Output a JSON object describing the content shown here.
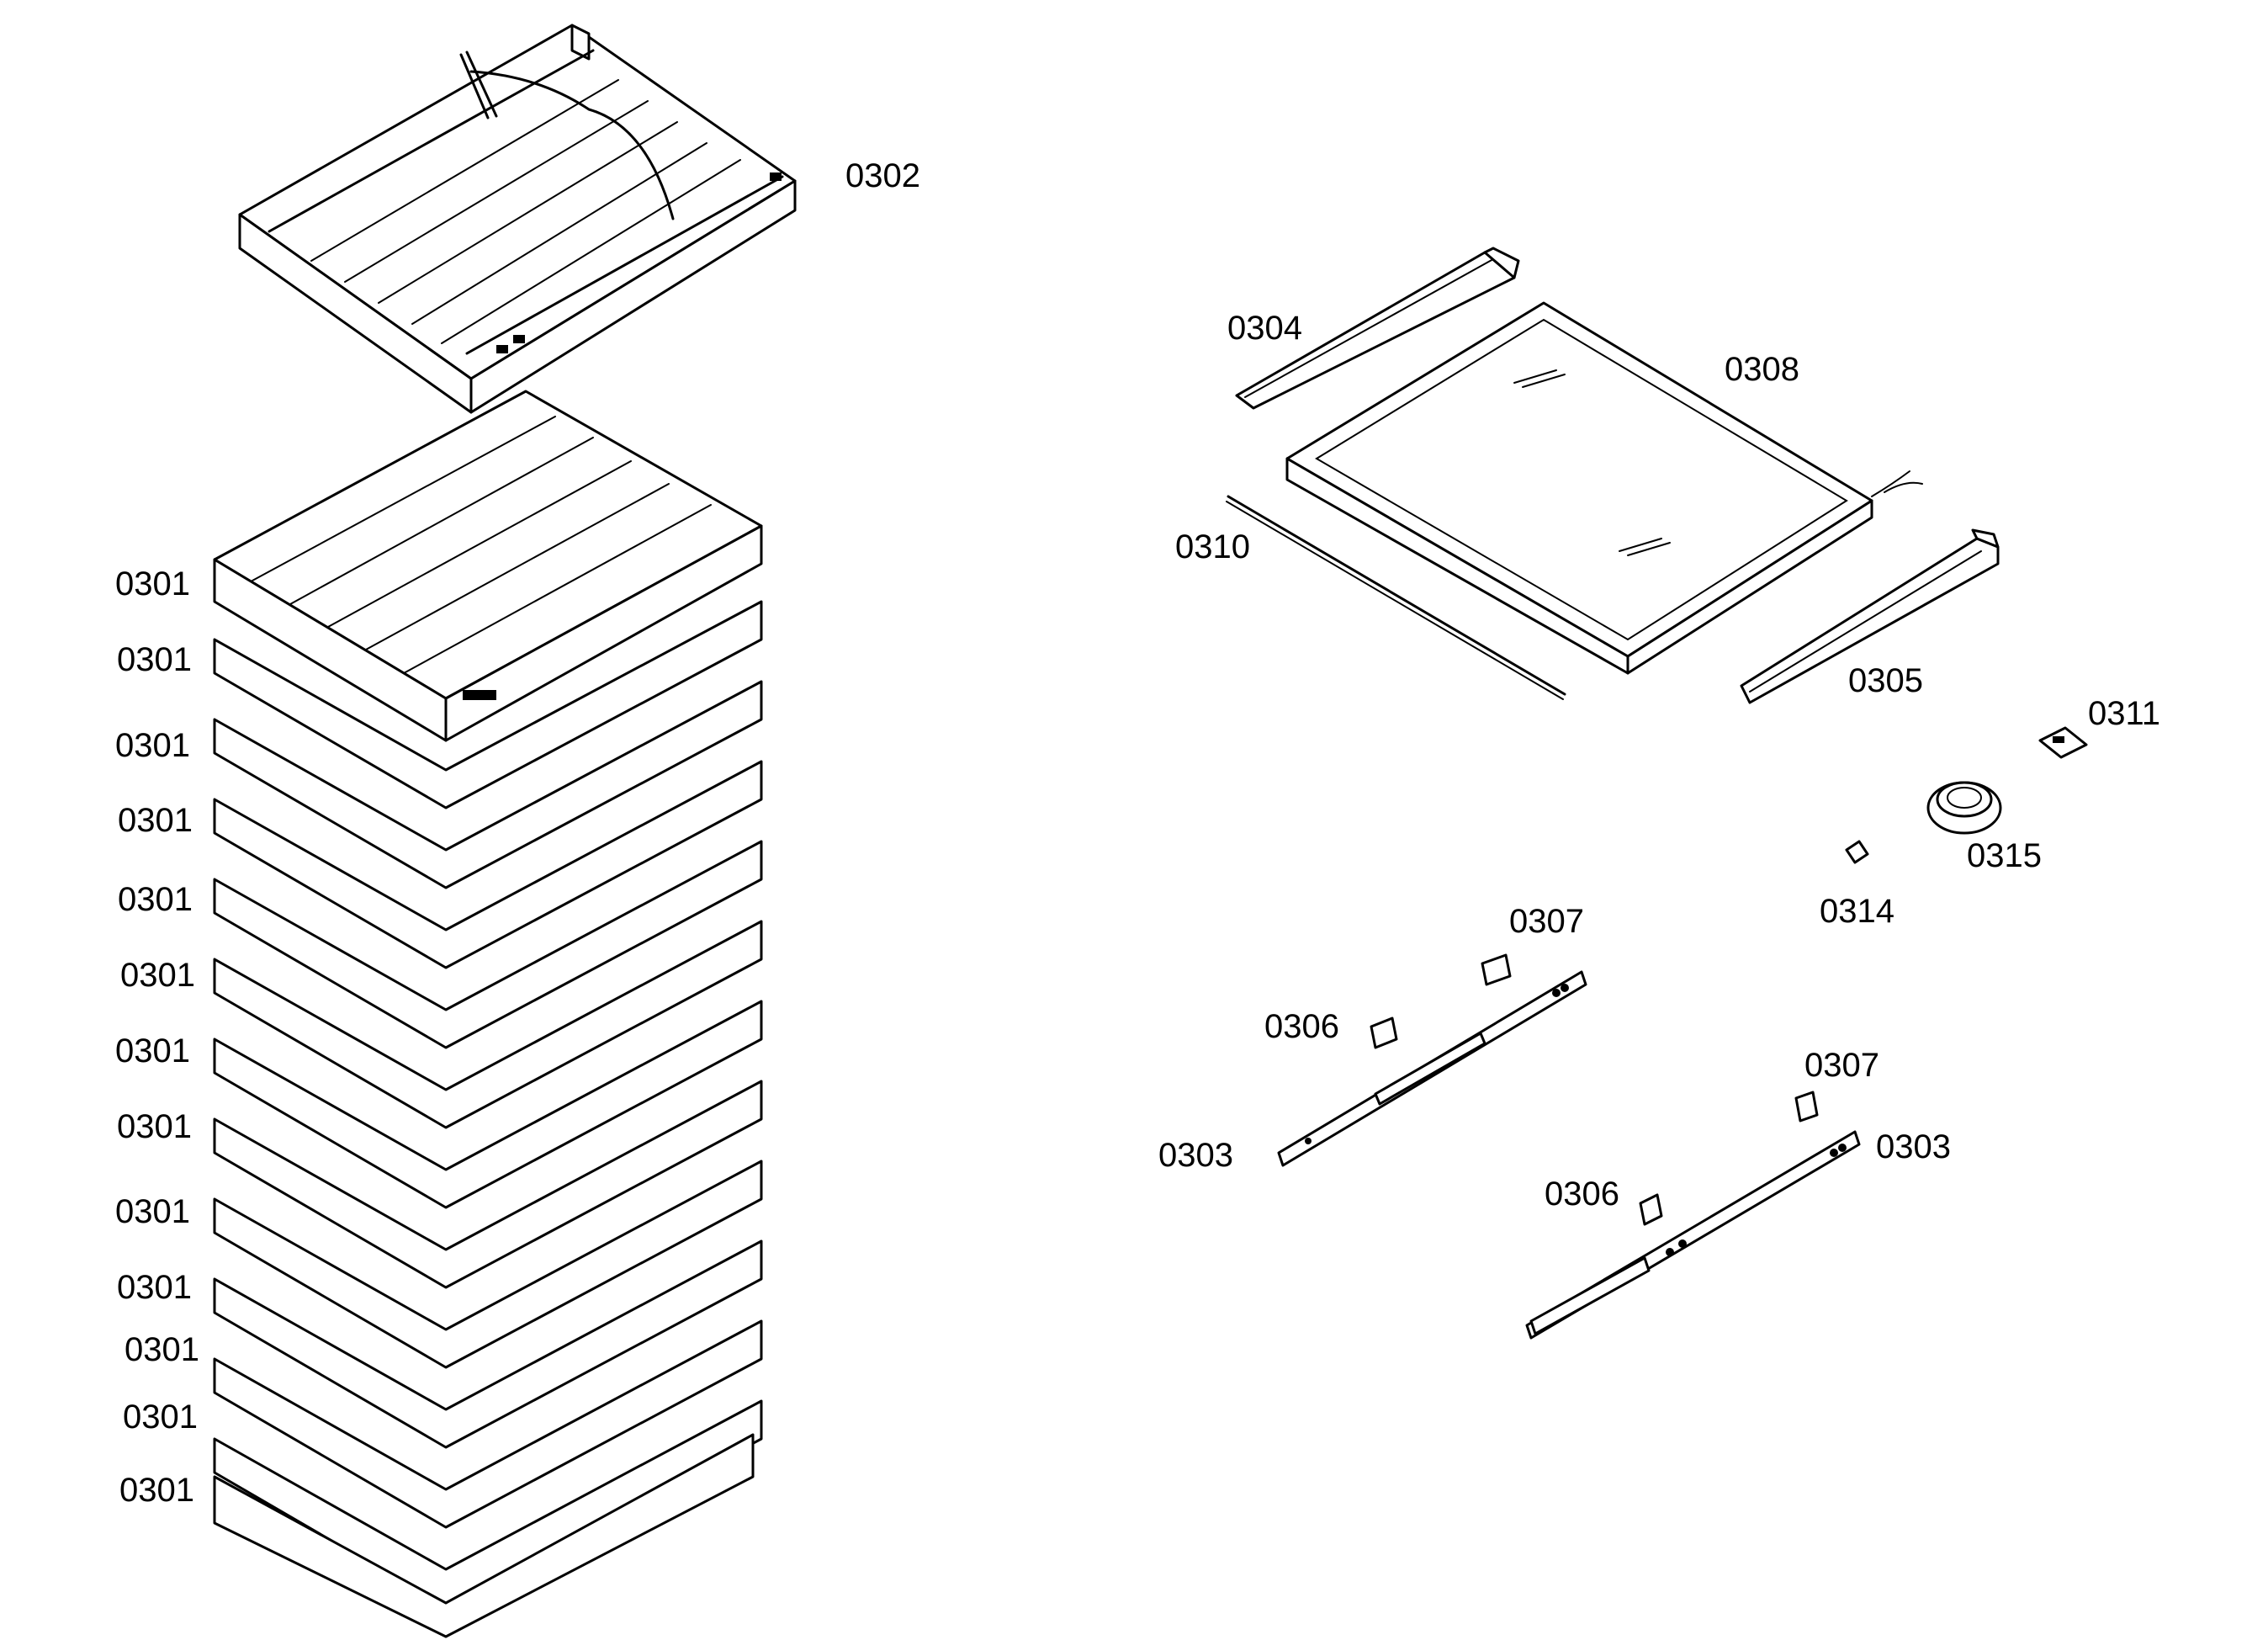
{
  "diagram": {
    "labels": {
      "top_shelf": "0302",
      "shelves": [
        "0301",
        "0301",
        "0301",
        "0301",
        "0301",
        "0301",
        "0301",
        "0301",
        "0301",
        "0301",
        "0301",
        "0301",
        "0301"
      ],
      "side_rail_left": "0304",
      "glass_shelf": "0308",
      "rod": "0310",
      "side_rail_right": "0305",
      "part_0311": "0311",
      "part_0315": "0315",
      "part_0314": "0314",
      "slide_rail_a": "0303",
      "slide_rail_b": "0303",
      "clip_a": "0306",
      "clip_b": "0306",
      "clip_c": "0307",
      "clip_d": "0307"
    },
    "colors": {
      "line": "#000000",
      "background": "#ffffff"
    }
  }
}
